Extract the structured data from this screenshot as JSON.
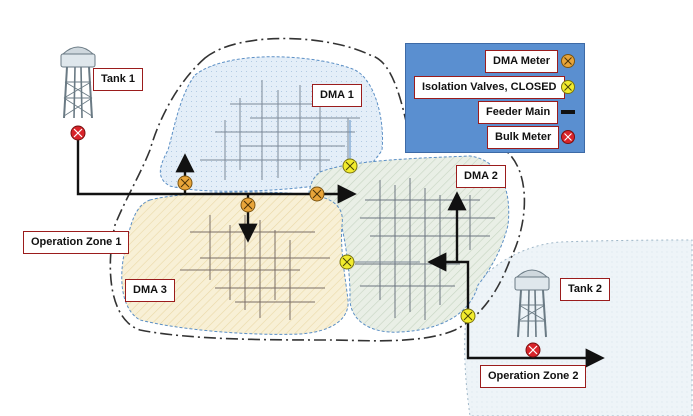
{
  "tanks": [
    {
      "id": "tank-1",
      "label": "Tank 1"
    },
    {
      "id": "tank-2",
      "label": "Tank 2"
    }
  ],
  "zones": [
    {
      "id": "operation-zone-1",
      "label": "Operation Zone 1"
    },
    {
      "id": "operation-zone-2",
      "label": "Operation Zone 2"
    }
  ],
  "dmas": [
    {
      "id": "dma-1",
      "label": "DMA 1",
      "fill": "#dfeaf6"
    },
    {
      "id": "dma-2",
      "label": "DMA 2",
      "fill": "#e3ece1"
    },
    {
      "id": "dma-3",
      "label": "DMA 3",
      "fill": "#f6eccb"
    }
  ],
  "legend": {
    "items": [
      {
        "label": "DMA Meter",
        "symbol": "dma-meter-icon"
      },
      {
        "label": "Isolation Valves, CLOSED",
        "symbol": "isolation-valve-icon"
      },
      {
        "label": "Feeder Main",
        "symbol": "feeder-main-icon"
      },
      {
        "label": "Bulk Meter",
        "symbol": "bulk-meter-icon"
      }
    ]
  },
  "colors": {
    "legend_background": "#5a8fd0",
    "label_border": "#9b1c1c",
    "dma_meter": "#e8a53a",
    "isolation_valve": "#f2ec2e",
    "bulk_meter": "#d8242a",
    "feeder_main": "#111111",
    "zone_boundary": "#444444",
    "dma_boundary": "#5b8fc5"
  }
}
